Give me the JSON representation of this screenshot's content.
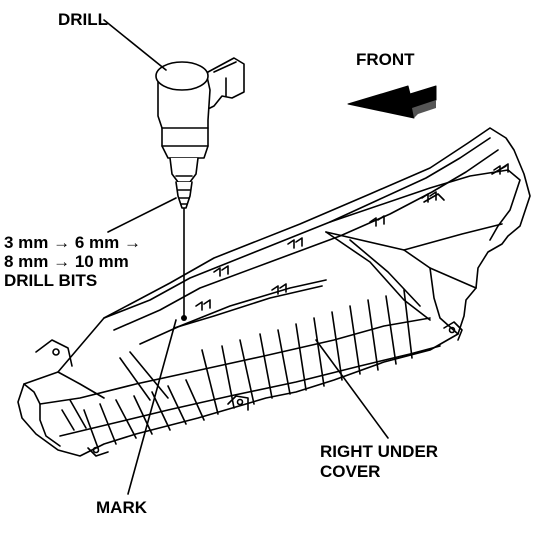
{
  "labels": {
    "drill": "DRILL",
    "front": "FRONT",
    "bits_line1": "3 mm → 6 mm →",
    "bits_line2": "8 mm → 10 mm",
    "bits_line3": "DRILL BITS",
    "cover_line1": "RIGHT UNDER",
    "cover_line2": "COVER",
    "mark": "MARK"
  }
}
